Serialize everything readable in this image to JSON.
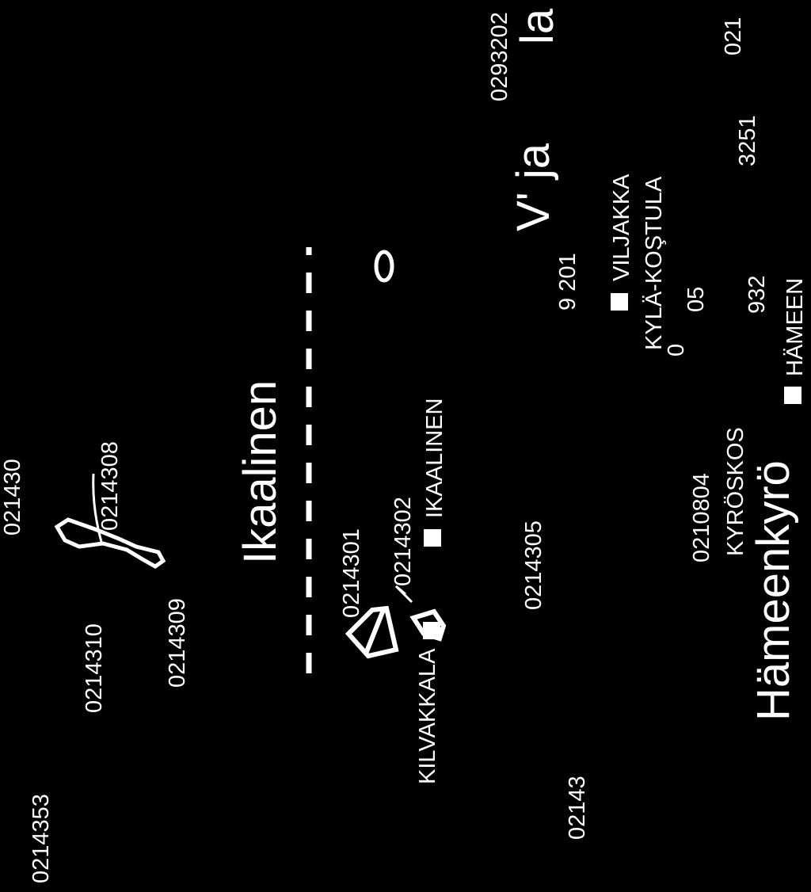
{
  "map": {
    "background": "#000000",
    "foreground": "#ffffff",
    "codes": {
      "c0214353": "0214353",
      "c0214310": "0214310",
      "c0214309": "0214309",
      "c021430": "021430",
      "c0214308": "0214308",
      "c0214301": "0214301",
      "c0214302": "0214302",
      "c0214305": "0214305",
      "c02143": "02143",
      "c9_201": "9 201",
      "c0": "0",
      "c05": "05",
      "c0210804": "0210804",
      "c932": "932",
      "c3251": "3251",
      "c0293202": "0293202",
      "c021": "021",
      "c0_small": "0"
    },
    "places": {
      "kilvakkala": "KILVAKKALA",
      "ikaalinen": "IKAALINEN",
      "viljakka": "VILJAKKA",
      "kyla_kostula": "KYLÄ-KOŞTULA",
      "kyroskos": "KYRÖSKOS",
      "hameen": "HÄMEEN"
    },
    "municipalities": {
      "ikaalinen": "Ikaalinen",
      "hameenkyro": "Hämeenkyrö",
      "viljakkala_part1": "V' ja",
      "viljakkala_part2": "la"
    }
  }
}
